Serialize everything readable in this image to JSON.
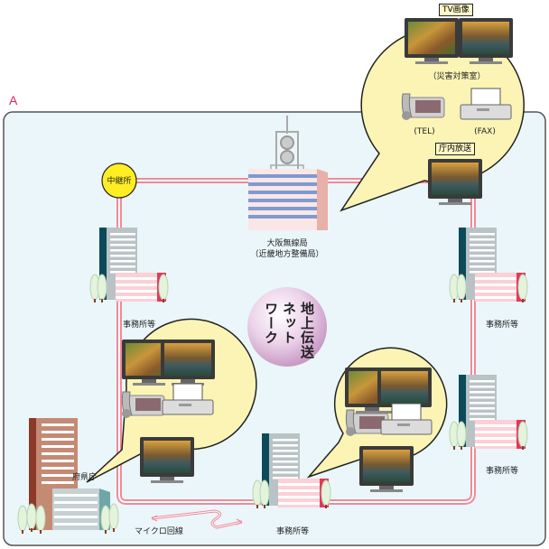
{
  "region_label": "A",
  "colors": {
    "background_panel": "#eaf6f9",
    "panel_border": "#555555",
    "network_line": "#f08a9a",
    "bubble_fill": "#fbf4b5",
    "relay_fill": "#ffee22",
    "region_label": "#e0245e",
    "sphere_fill": "#e5c7e4"
  },
  "relay_station": {
    "label": "中継所"
  },
  "central_station": {
    "line1": "大阪無線局",
    "line2": "（近畿地方整備局）"
  },
  "center_network": {
    "col1": "地上伝送",
    "col2": "ネット",
    "col3": "ワーク"
  },
  "microwave": {
    "label": "マイクロ回線"
  },
  "prefecture": {
    "label": "府県庁"
  },
  "offices": [
    {
      "label": "事務所等",
      "position": "left"
    },
    {
      "label": "事務所等",
      "position": "right-upper"
    },
    {
      "label": "事務所等",
      "position": "right-lower"
    },
    {
      "label": "事務所等",
      "position": "bottom"
    }
  ],
  "top_bubble": {
    "tv_title": "TV画像",
    "room_label": "（災害対策室）",
    "tel_label": "(TEL)",
    "fax_label": "(FAX)",
    "broadcast_title": "庁内放送"
  },
  "icons": {
    "tv": "tv-monitor-icon",
    "tel": "telephone-icon",
    "fax": "fax-icon",
    "antenna": "radio-tower-icon",
    "building": "office-building-icon",
    "tree": "tree-icon"
  }
}
